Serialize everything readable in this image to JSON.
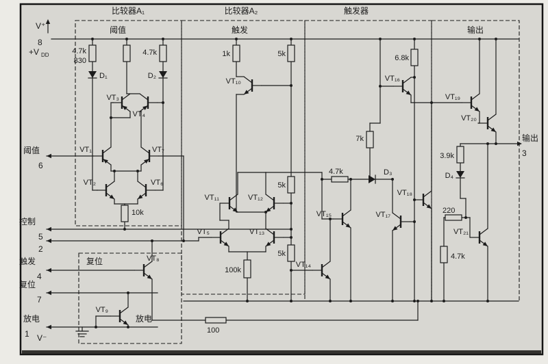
{
  "sec": {
    "a1": "比较器A₁",
    "a2": "比较器A₂",
    "ff": "触发器",
    "out": "输出"
  },
  "hdr": {
    "threshold": "阈值",
    "trigger": "触发"
  },
  "pin": {
    "p8": {
      "name": "V⁺",
      "num": "8",
      "vdd": "+V",
      "vdd_sub": "DD"
    },
    "p6": {
      "name": "阈值",
      "num": "6"
    },
    "p5": {
      "name": "控制",
      "num": "5"
    },
    "p2": {
      "num": "2"
    },
    "p4": {
      "name": "触发",
      "num": "4"
    },
    "p7": {
      "name": "复位",
      "num": "7"
    },
    "p1": {
      "name": "放电",
      "num": "1",
      "rail": "V⁻"
    },
    "p3": {
      "name": "输出",
      "num": "3"
    }
  },
  "inner": {
    "reset": "复位",
    "discharge": "放电"
  },
  "t": {
    "vt1": "VT₁",
    "vt2": "VT₂",
    "vt3": "VT₃",
    "vt4": "VT₄",
    "vt5": "VT₅",
    "vt6": "VT₆",
    "vt7": "VT₇",
    "vt8": "VT₈",
    "vt9": "VT₉",
    "vt10": "VT₁₀",
    "vt11": "VT₁₁",
    "vt12": "VT₁₂",
    "vt13": "VT₁₃",
    "vt14": "VT₁₄",
    "vt15": "VT₁₅",
    "vt16": "VT₁₆",
    "vt17": "VT₁₇",
    "vt18": "VT₁₈",
    "vt19": "VT₁₉",
    "vt20": "VT₂₀",
    "vt21": "VT₂₁"
  },
  "r": {
    "a1l": "4.7k",
    "a1l2": "830",
    "a1r": "4.7k",
    "k10": "10k",
    "k1": "1k",
    "k5a": "5k",
    "k5b": "5k",
    "k5c": "5k",
    "k100": "100k",
    "r100": "100",
    "ff47": "4.7k",
    "k7": "7k",
    "k68": "6.8k",
    "k39": "3.9k",
    "r220": "220",
    "out47": "4.7k"
  },
  "d": {
    "d1": "D₁",
    "d2": "D₂",
    "d3": "D₃",
    "d4": "D₄"
  }
}
